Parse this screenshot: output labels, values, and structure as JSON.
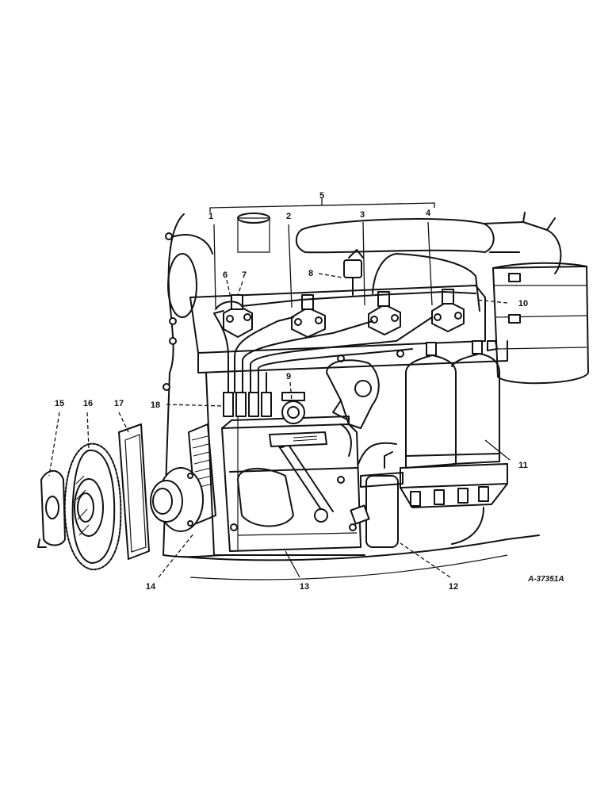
{
  "figure": {
    "drawing_code": "A-37351A"
  },
  "callouts": [
    {
      "id": "c1",
      "text": "1"
    },
    {
      "id": "c2",
      "text": "2"
    },
    {
      "id": "c3",
      "text": "3"
    },
    {
      "id": "c4",
      "text": "4"
    },
    {
      "id": "c5",
      "text": "5"
    },
    {
      "id": "c6",
      "text": "6"
    },
    {
      "id": "c7",
      "text": "7"
    },
    {
      "id": "c8",
      "text": "8"
    },
    {
      "id": "c9",
      "text": "9"
    },
    {
      "id": "c10",
      "text": "10"
    },
    {
      "id": "c11",
      "text": "11"
    },
    {
      "id": "c12",
      "text": "12"
    },
    {
      "id": "c13",
      "text": "13"
    },
    {
      "id": "c14",
      "text": "14"
    },
    {
      "id": "c15",
      "text": "15"
    },
    {
      "id": "c16",
      "text": "16"
    },
    {
      "id": "c17",
      "text": "17"
    },
    {
      "id": "c18",
      "text": "18"
    }
  ],
  "colors": {
    "ink": "#111111",
    "paper": "#ffffff"
  }
}
